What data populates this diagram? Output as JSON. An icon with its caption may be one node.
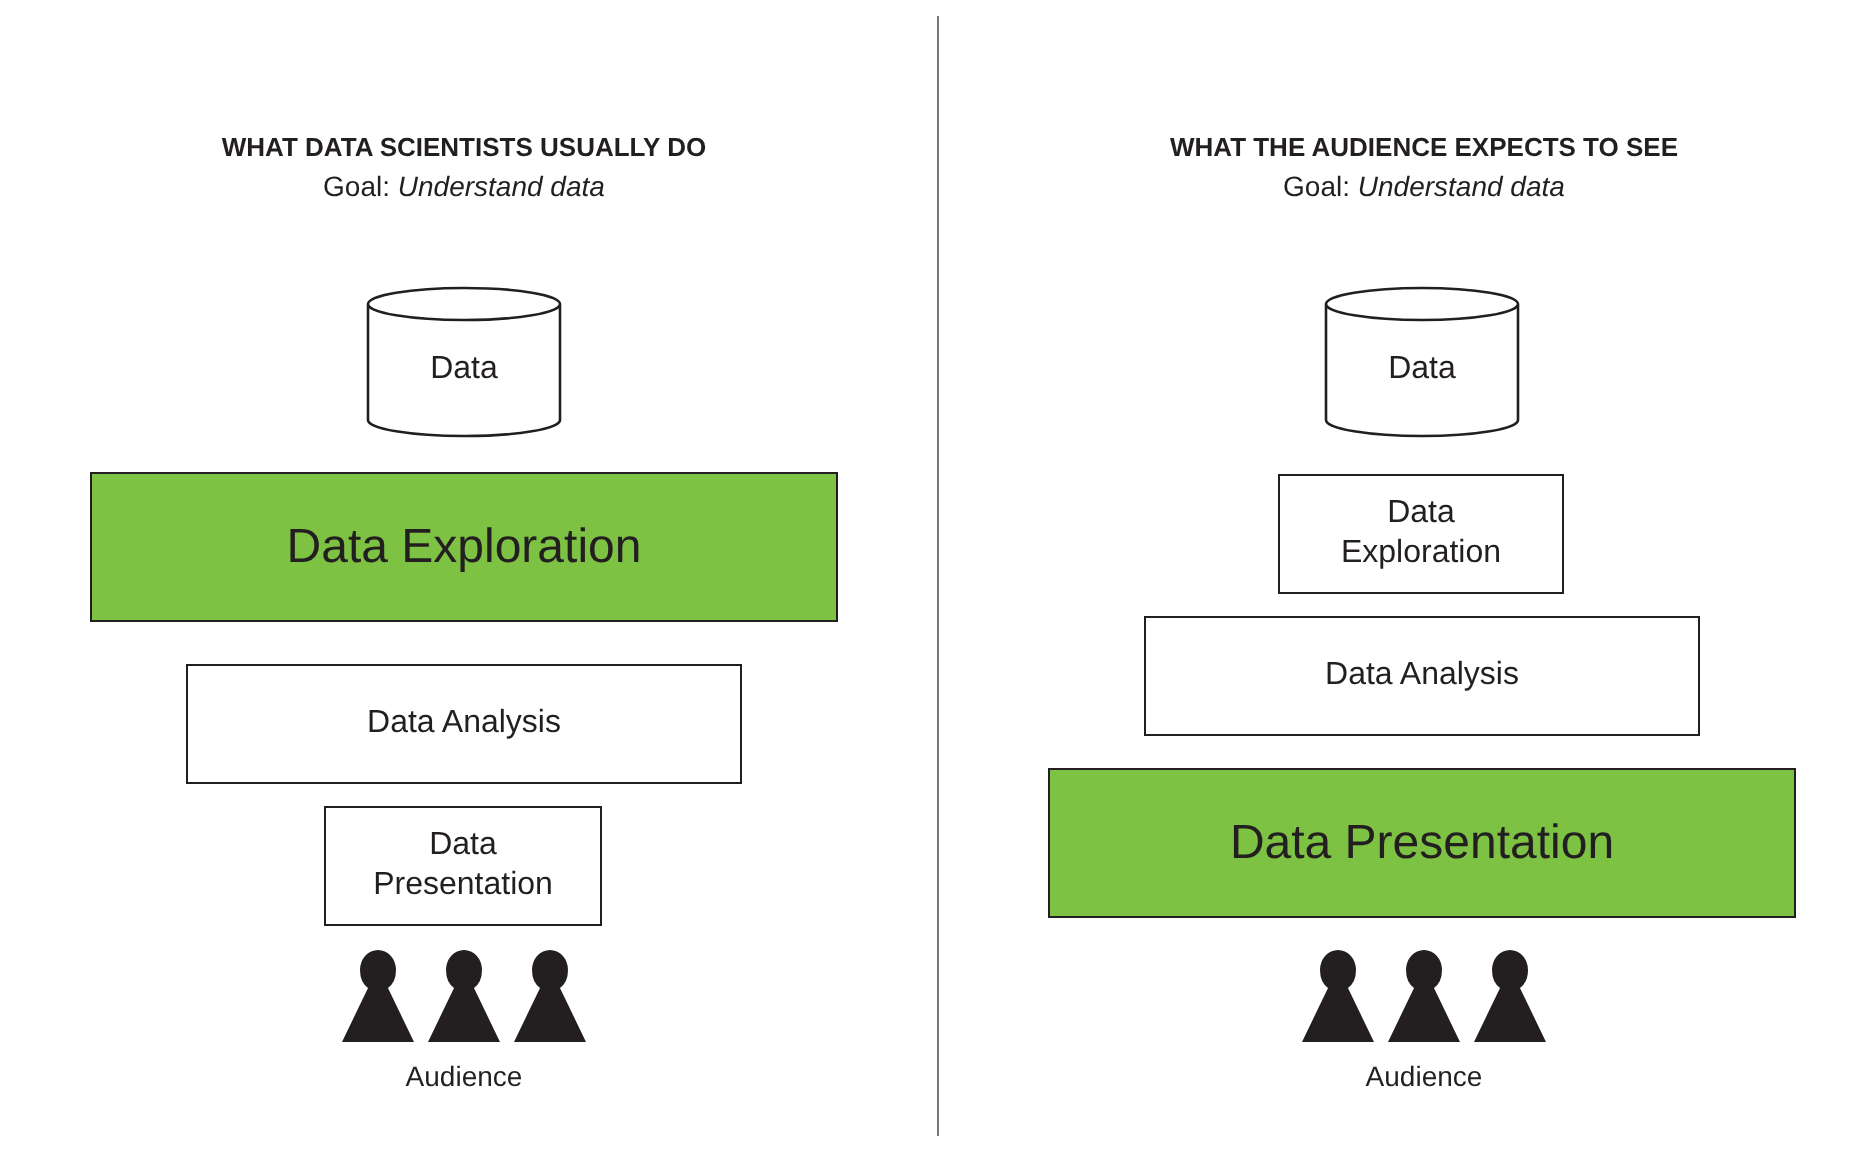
{
  "diagram": {
    "nodes": [
      {
        "text": [
          "Data"
        ]
      },
      {
        "text": [
          "Data Exploration"
        ]
      },
      {
        "text": [
          "Data Analysis"
        ]
      },
      {
        "text": [
          "Data Presentation"
        ]
      },
      {
        "text": [
          "Data"
        ]
      },
      {
        "text": [
          "Data Exploration"
        ]
      },
      {
        "text": [
          "Data Analysis"
        ]
      },
      {
        "text": [
          "Data Presentation"
        ]
      }
    ],
    "labels": [
      "WHAT DATA SCIENTISTS USUALLY DO",
      "Goal: *Understand data*",
      "WHAT THE AUDIENCE EXPECTS TO SEE",
      "Goal: *Understand data*",
      "Audience",
      "Audience"
    ]
  }
}
